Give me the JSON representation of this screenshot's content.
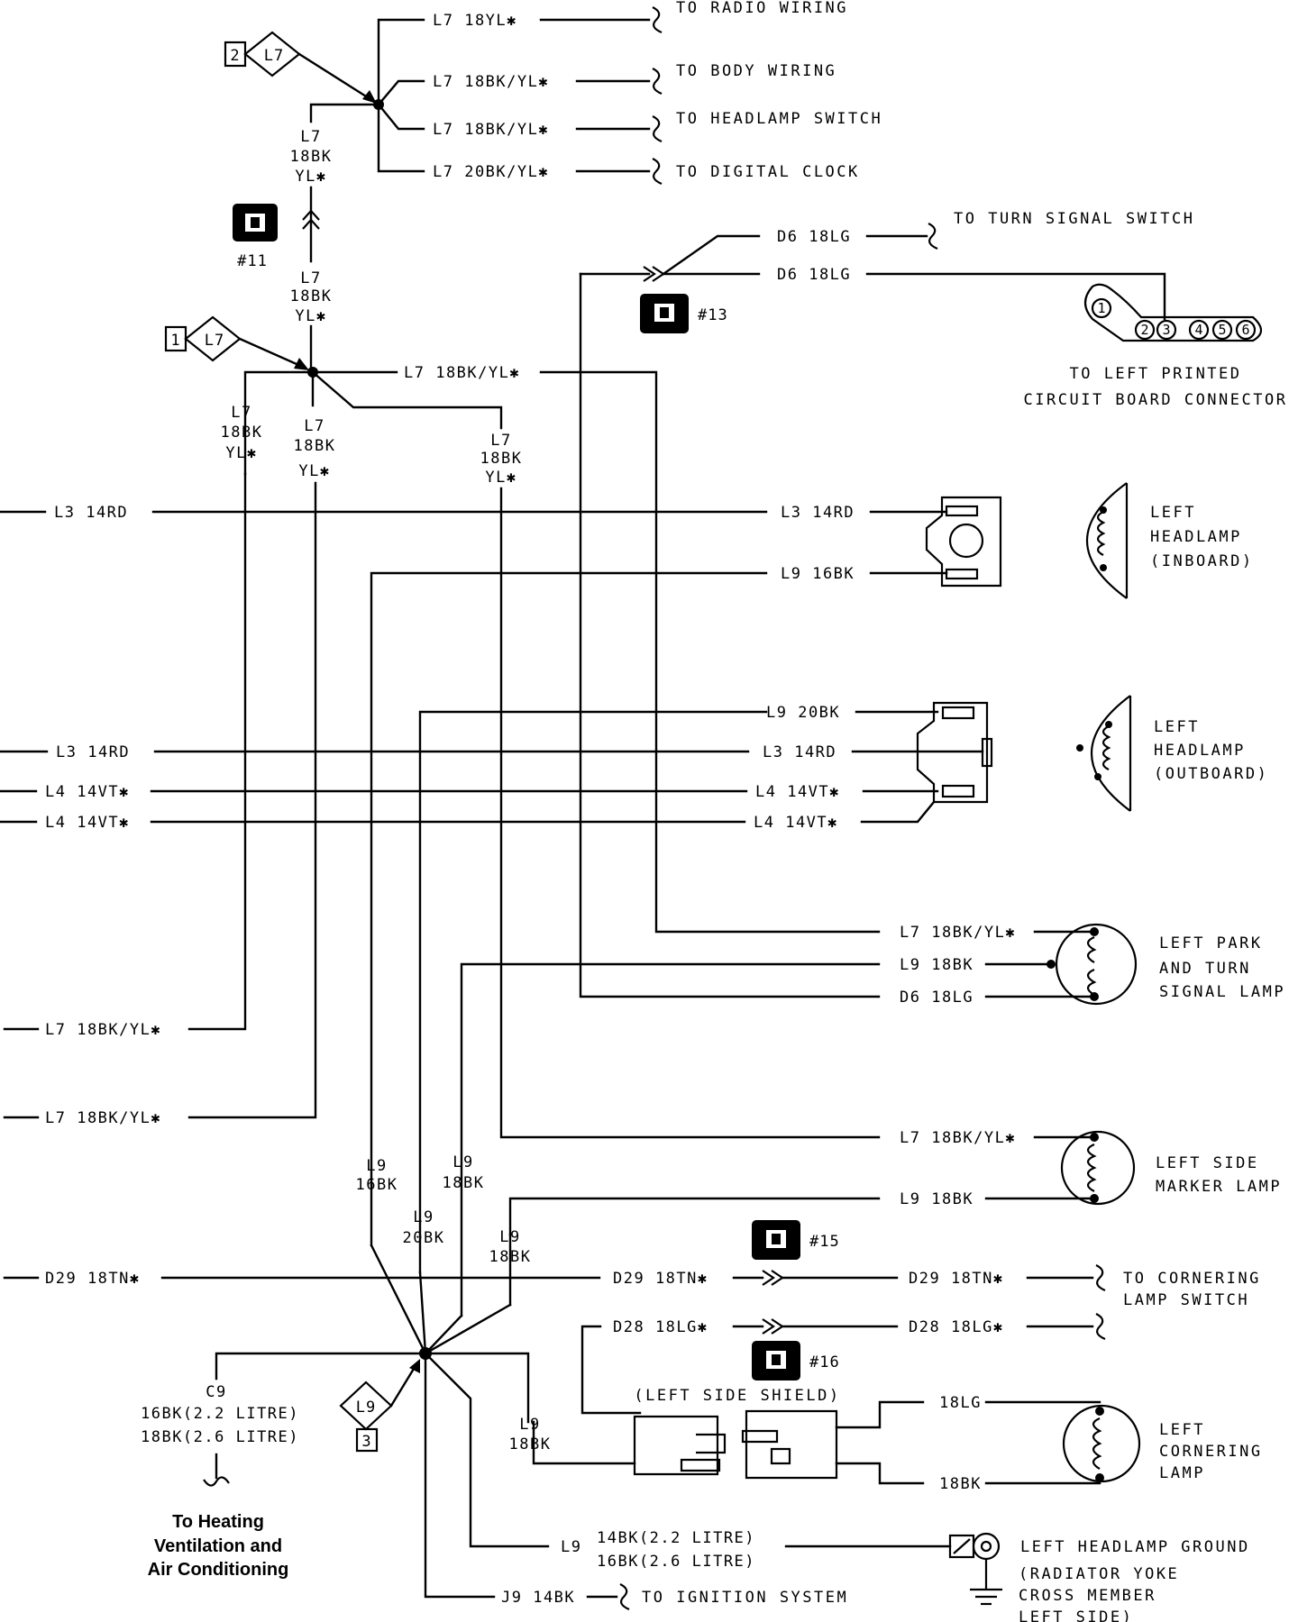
{
  "wires": {
    "radio": "L7 18YL✱",
    "body": "L7 18BK/YL✱",
    "headlamp_sw": "L7 18BK/YL✱",
    "clock": "L7 20BK/YL✱",
    "top_v1": "L7",
    "top_v2": "18BK",
    "top_v3": "YL✱",
    "mid_v1": "L7",
    "mid_v2": "18BK",
    "mid_v3": "YL✱",
    "splice1_right": "L7 18BK/YL✱",
    "drop_a1": "L7",
    "drop_a2": "18BK",
    "drop_a3": "YL✱",
    "drop_b1": "L7",
    "drop_b2": "18BK",
    "drop_b3": "YL✱",
    "drop_c1": "L7",
    "drop_c2": "18BK",
    "drop_c3": "YL✱",
    "d6_turn": "D6 18LG",
    "d6_pcb": "D6 18LG",
    "l3_left1": "L3 14RD",
    "l3_inb": "L3 14RD",
    "l9_inb": "L9 16BK",
    "l9_outb": "L9 20BK",
    "l3_left2": "L3 14RD",
    "l3_outb": "L3 14RD",
    "l4_left1": "L4 14VT✱",
    "l4_outb1": "L4 14VT✱",
    "l4_left2": "L4 14VT✱",
    "l4_outb2": "L4 14VT✱",
    "park_l7": "L7 18BK/YL✱",
    "park_l9": "L9 18BK",
    "park_d6": "D6 18LG",
    "left_l7a": "L7 18BK/YL✱",
    "left_l7b": "L7 18BK/YL✱",
    "marker_l7": "L7 18BK/YL✱",
    "marker_l9": "L9 18BK",
    "v_l9a1": "L9",
    "v_l9a2": "16BK",
    "v_l9b1": "L9",
    "v_l9b2": "18BK",
    "v_l9c1": "L9",
    "v_l9c2": "20BK",
    "v_l9d1": "L9",
    "v_l9d2": "18BK",
    "d29_left": "D29 18TN✱",
    "d29_mid": "D29 18TN✱",
    "d29_right": "D29 18TN✱",
    "d28_mid": "D28 18LG✱",
    "d28_right": "D28 18LG✱",
    "c9_1": "C9",
    "c9_2": "16BK(2.2 LITRE)",
    "c9_3": "18BK(2.6 LITRE)",
    "l9_18bk_v1": "L9",
    "l9_18bk_v2": "18BK",
    "corner_lg": "18LG",
    "corner_bk": "18BK",
    "gnd_l9": "L9",
    "gnd_1": "14BK(2.2 LITRE)",
    "gnd_2": "16BK(2.6 LITRE)",
    "j9": "J9 14BK"
  },
  "destinations": {
    "radio": "TO RADIO WIRING",
    "body": "TO BODY WIRING",
    "headlamp_switch": "TO HEADLAMP SWITCH",
    "clock": "TO DIGITAL CLOCK",
    "turn_signal": "TO TURN SIGNAL SWITCH",
    "pcb1": "TO LEFT PRINTED",
    "pcb2": "CIRCUIT BOARD CONNECTOR",
    "cornering_sw1": "TO CORNERING",
    "cornering_sw2": "LAMP SWITCH",
    "ignition": "TO IGNITION SYSTEM",
    "hvac1": "To Heating",
    "hvac2": "Ventilation and",
    "hvac3": "Air Conditioning"
  },
  "components": {
    "inb1": "LEFT",
    "inb2": "HEADLAMP",
    "inb3": "(INBOARD)",
    "outb1": "LEFT",
    "outb2": "HEADLAMP",
    "outb3": "(OUTBOARD)",
    "park1": "LEFT PARK",
    "park2": "AND TURN",
    "park3": "SIGNAL LAMP",
    "marker1": "LEFT SIDE",
    "marker2": "MARKER LAMP",
    "corner1": "LEFT",
    "corner2": "CORNERING",
    "corner3": "LAMP",
    "shield": "(LEFT SIDE SHIELD)",
    "ground1": "LEFT HEADLAMP GROUND",
    "ground2": "(RADIATOR YOKE",
    "ground3": "CROSS MEMBER",
    "ground4": "LEFT SIDE)"
  },
  "connectors": {
    "c11": "#11",
    "c13": "#13",
    "c15": "#15",
    "c16": "#16"
  },
  "splices": {
    "s2_num": "2",
    "s2_code": "L7",
    "s1_num": "1",
    "s1_code": "L7",
    "s3_num": "3",
    "s3_code": "L9"
  },
  "pins": [
    "1",
    "2",
    "3",
    "4",
    "5",
    "6"
  ]
}
